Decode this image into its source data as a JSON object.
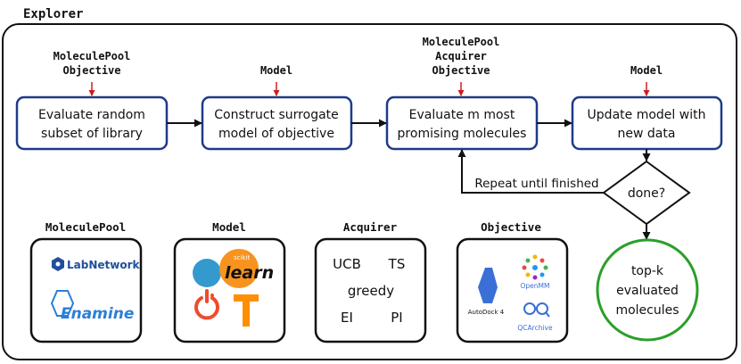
{
  "frame": {
    "title": "Explorer"
  },
  "pipeline": [
    {
      "id": "step1",
      "lines": [
        "Evaluate random",
        "subset of library"
      ],
      "inputs": [
        "MoleculePool",
        "Objective"
      ]
    },
    {
      "id": "step2",
      "lines": [
        "Construct surrogate",
        "model of objective"
      ],
      "inputs": [
        "Model"
      ]
    },
    {
      "id": "step3",
      "lines": [
        "Evaluate m most",
        "promising molecules"
      ],
      "inputs": [
        "MoleculePool",
        "Acquirer",
        "Objective"
      ]
    },
    {
      "id": "step4",
      "lines": [
        "Update model with",
        "new data"
      ],
      "inputs": [
        "Model"
      ]
    }
  ],
  "loop": {
    "decision": "done?",
    "repeat_label": "Repeat until finished",
    "result_lines": [
      "top-k",
      "evaluated",
      "molecules"
    ]
  },
  "components": [
    {
      "title": "MoleculePool",
      "items": [
        "LabNetwork",
        "Enamine"
      ]
    },
    {
      "title": "Model",
      "items": [
        "scikit",
        "learn"
      ]
    },
    {
      "title": "Acquirer",
      "items": [
        "UCB",
        "TS",
        "greedy",
        "EI",
        "PI"
      ]
    },
    {
      "title": "Objective",
      "items": [
        "AutoDock 4",
        "OpenMM",
        "QCArchive"
      ]
    }
  ],
  "colors": {
    "process_border": "#1f3a8a",
    "input_arrow": "#cc1f1f",
    "result_border": "#2aa02a",
    "frame_border": "#111111",
    "labnetwork_blue": "#1f4e9c",
    "enamine_blue": "#2b7fd6",
    "sklearn_orange": "#f7931e",
    "sklearn_blue": "#3499cd",
    "pytorch_red": "#ee4c2c",
    "tensorflow_orange": "#ff8f00",
    "autodock_blue": "#3a6fd8"
  }
}
